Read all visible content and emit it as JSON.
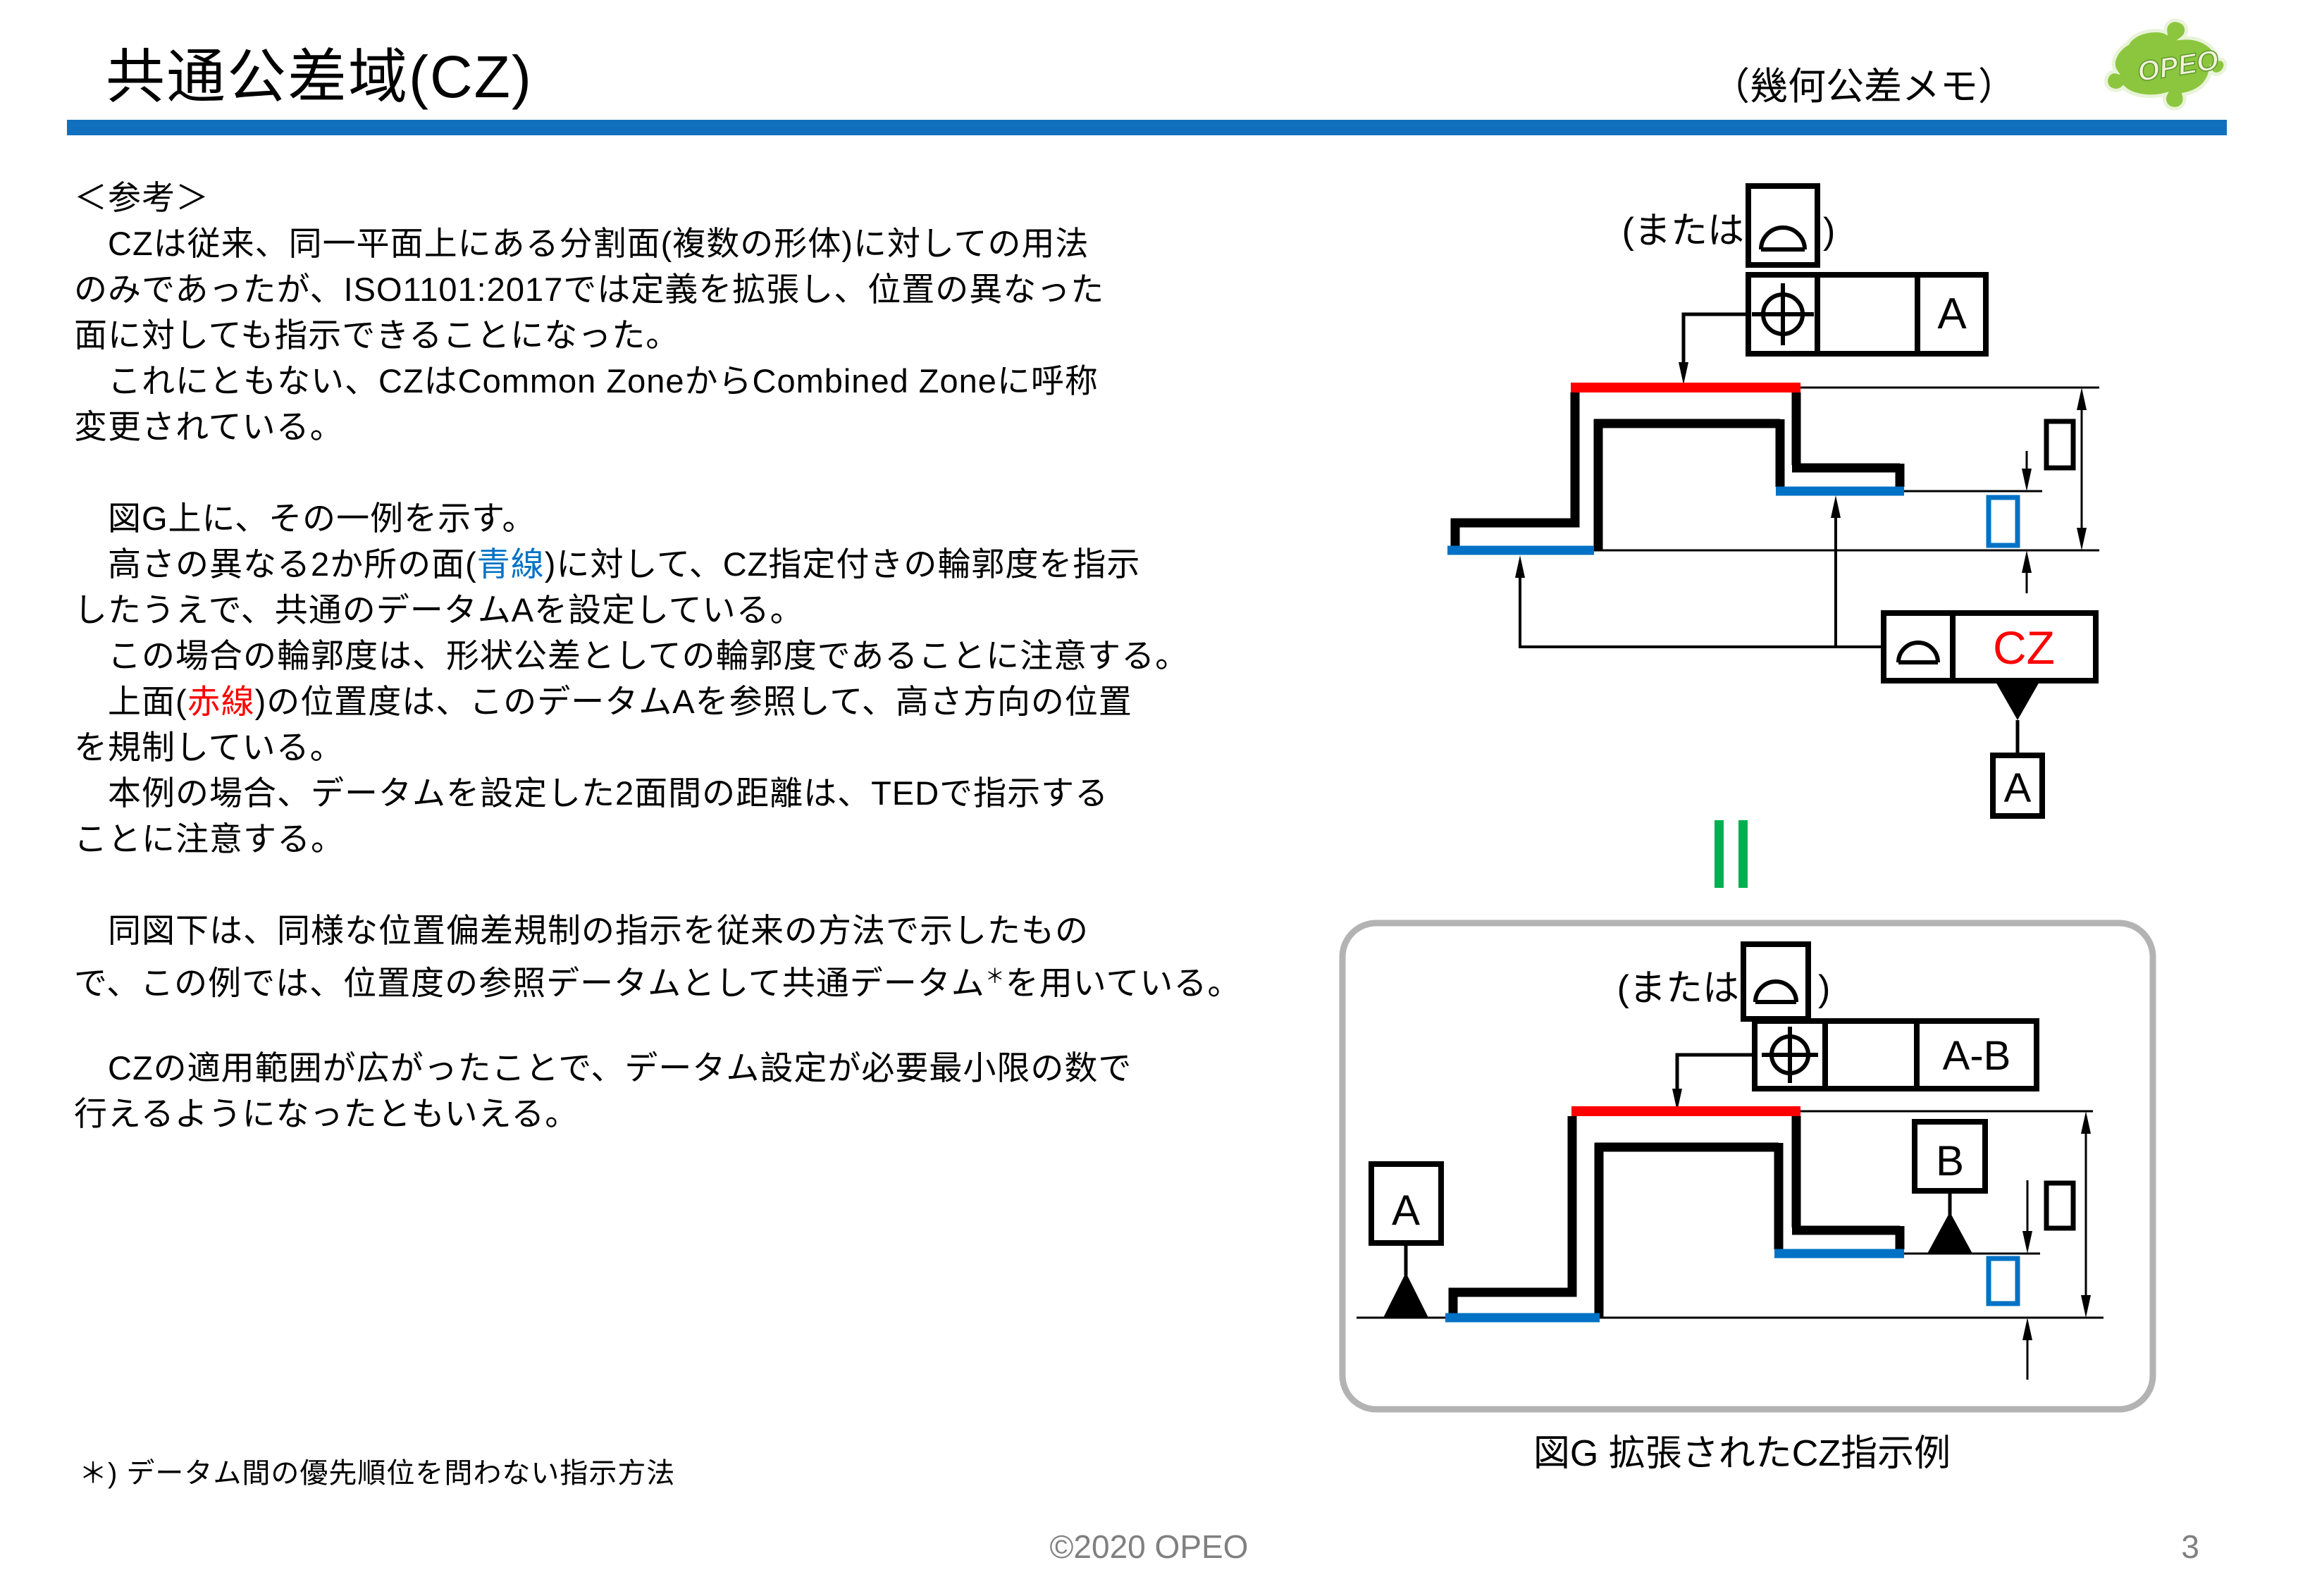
{
  "header": {
    "title": "共通公差域(CZ)",
    "subtitle": "（幾何公差メモ）",
    "logo_text": "OPEO"
  },
  "body": {
    "lines": [
      {
        "segments": [
          {
            "t": "＜参考＞"
          }
        ]
      },
      {
        "segments": [
          {
            "t": "　CZは従来、同一平面上にある分割面(複数の形体)に対しての用法"
          }
        ]
      },
      {
        "segments": [
          {
            "t": "のみであったが、ISO1101:2017では定義を拡張し、位置の異なった"
          }
        ]
      },
      {
        "segments": [
          {
            "t": "面に対しても指示できることになった。"
          }
        ]
      },
      {
        "segments": [
          {
            "t": "　これにともない、CZはCommon ZoneからCombined Zoneに呼称"
          }
        ]
      },
      {
        "segments": [
          {
            "t": "変更されている。"
          }
        ]
      },
      {
        "blank": true
      },
      {
        "segments": [
          {
            "t": "　図G上に、その一例を示す。"
          }
        ]
      },
      {
        "segments": [
          {
            "t": "　高さの異なる2か所の面("
          },
          {
            "t": "青線",
            "color": "blue"
          },
          {
            "t": ")に対して、CZ指定付きの輪郭度を指示"
          }
        ]
      },
      {
        "segments": [
          {
            "t": "したうえで、共通のデータムAを設定している。"
          }
        ]
      },
      {
        "segments": [
          {
            "t": "　この場合の輪郭度は、形状公差としての輪郭度であることに注意する。"
          }
        ]
      },
      {
        "segments": [
          {
            "t": "　上面("
          },
          {
            "t": "赤線",
            "color": "red"
          },
          {
            "t": ")の位置度は、このデータムAを参照して、高さ方向の位置"
          }
        ]
      },
      {
        "segments": [
          {
            "t": "を規制している。"
          }
        ]
      },
      {
        "segments": [
          {
            "t": "　本例の場合、データムを設定した2面間の距離は、TEDで指示する"
          }
        ]
      },
      {
        "segments": [
          {
            "t": "ことに注意する。"
          }
        ]
      },
      {
        "blank": true
      },
      {
        "segments": [
          {
            "t": "　同図下は、同様な位置偏差規制の指示を従来の方法で示したもの"
          }
        ]
      },
      {
        "segments": [
          {
            "t": "で、この例では、位置度の参照データムとして共通データム"
          },
          {
            "t": "＊",
            "sup": true
          },
          {
            "t": "を用いている。"
          }
        ]
      },
      {
        "blank": true
      },
      {
        "segments": [
          {
            "t": "　CZの適用範囲が広がったことで、データム設定が必要最小限の数で"
          }
        ]
      },
      {
        "segments": [
          {
            "t": "行えるようになったともいえる。"
          }
        ]
      }
    ]
  },
  "footnote": "＊) データム間の優先順位を問わない指示方法",
  "footer": {
    "copyright": "©2020 OPEO",
    "page": "3"
  },
  "diagram_top": {
    "alt_open": "(または",
    "alt_close": ")",
    "fcf_datum": "A",
    "profile_modifier": "CZ",
    "datum_letter": "A"
  },
  "diagram_bottom": {
    "alt_open": "(または",
    "alt_close": ")",
    "fcf_datum": "A-B",
    "datum_a": "A",
    "datum_b": "B",
    "caption": "図G 拡張されたCZ指示例"
  },
  "colors": {
    "accent_blue": "#1070BE",
    "surface_blue": "#0072C6",
    "surface_red": "#FF0000",
    "equivalence_green": "#00B050",
    "logo_green": "#8CC63E",
    "frame_gray": "#B3B3B3",
    "footer_gray": "#808080"
  }
}
